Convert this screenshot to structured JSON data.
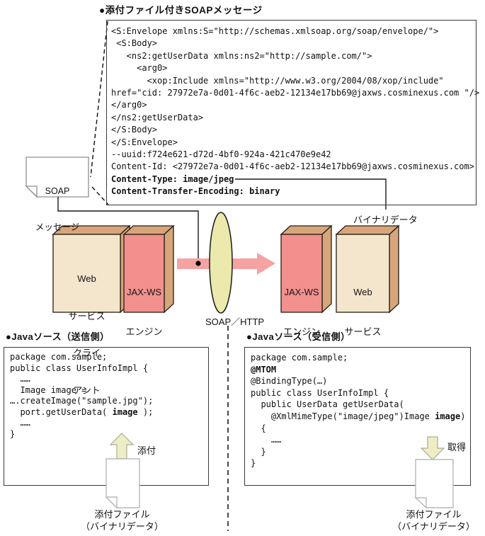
{
  "title": "●添付ファイル付きSOAPメッセージ",
  "soap_note": {
    "line1": "SOAP",
    "line2": "メッセージ"
  },
  "soap_box": {
    "lines": [
      "<S:Envelope xmlns:S=\"http://schemas.xmlsoap.org/soap/envelope/\">",
      " <S:Body>",
      "   <ns2:getUserData xmlns:ns2=\"http://sample.com/\">",
      "     <arg0>",
      "       <xop:Include xmlns=\"http://www.w3.org/2004/08/xop/include\"",
      "href=\"cid: 27972e7a-0d01-4f6c-aeb2-12134e17bb69@jaxws.cosminexus.com \"/>",
      "</arg0>",
      "</ns2:getUserData>",
      "</S:Body>",
      "</S:Envelope>",
      "--uuid:f724e621-d72d-4bf0-924a-421c470e9e42",
      "Content-Id: <27972e7a-0d01-4f6c-aeb2-12134e17bb69@jaxws.cosminexus.com>",
      "Content-Type: image/jpeg",
      "Content-Transfer-Encoding: binary"
    ]
  },
  "binary_data_label": "バイナリデータ",
  "flow": {
    "client_box": {
      "l1": "Web",
      "l2": "サービス",
      "l3": "クライ",
      "l4": "アント"
    },
    "jaxws_left": {
      "l1": "JAX-WS",
      "l2": "エンジン"
    },
    "jaxws_right": {
      "l1": "JAX-WS",
      "l2": "エンジン"
    },
    "service_box": {
      "l1": "Web",
      "l2": "サービス"
    },
    "transport_label": "SOAP／HTTP"
  },
  "sender": {
    "header": "●Javaソース（送信側）",
    "code": {
      "l0": "package com.sample;",
      "l1": "",
      "l2": "public class UserInfoImpl {",
      "l3": "  ……",
      "l4": "  Image image =",
      "l5": "….createImage(\"sample.jpg\");",
      "l6_pre": "  port.getUserData( ",
      "l6_bold": "image",
      "l6_post": " );",
      "l7": "  ……",
      "l8": "}"
    },
    "arrow_label": "添付",
    "attachment_label_1": "添付ファイル",
    "attachment_label_2": "（バイナリデータ）"
  },
  "receiver": {
    "header": "●Javaソース（受信側）",
    "code": {
      "l0": "package com.sample;",
      "l1": "",
      "l2": "@MTOM",
      "l3": "@BindingType(…)",
      "l4": "public class UserInfoImpl {",
      "l5": "  public UserData getUserData(",
      "l6_pre": "    @XmlMimeType(\"image/jpeg\")Image ",
      "l6_bold": "image",
      "l6_post": ")",
      "l7": "  {",
      "l8": "    ……",
      "l9": "  }",
      "l10": "}"
    },
    "arrow_label": "取得",
    "attachment_label_1": "添付ファイル",
    "attachment_label_2": "（バイナリデータ）"
  },
  "colors": {
    "box-front-beige": "#f4e6cc",
    "box-front-pink": "#f2908e",
    "box-side-tan": "#d6a67a",
    "box-outline": "#241c14",
    "arrow-pink": "#f5a3a2",
    "ellipse-fill": "#ebe9ab",
    "small-arrow-fill": "#efedc4",
    "small-arrow-stroke": "#aaaa96",
    "icon-stroke": "#b8b8b8",
    "note-stroke": "#8f8f8f",
    "line-color": "#1a1a1a"
  }
}
